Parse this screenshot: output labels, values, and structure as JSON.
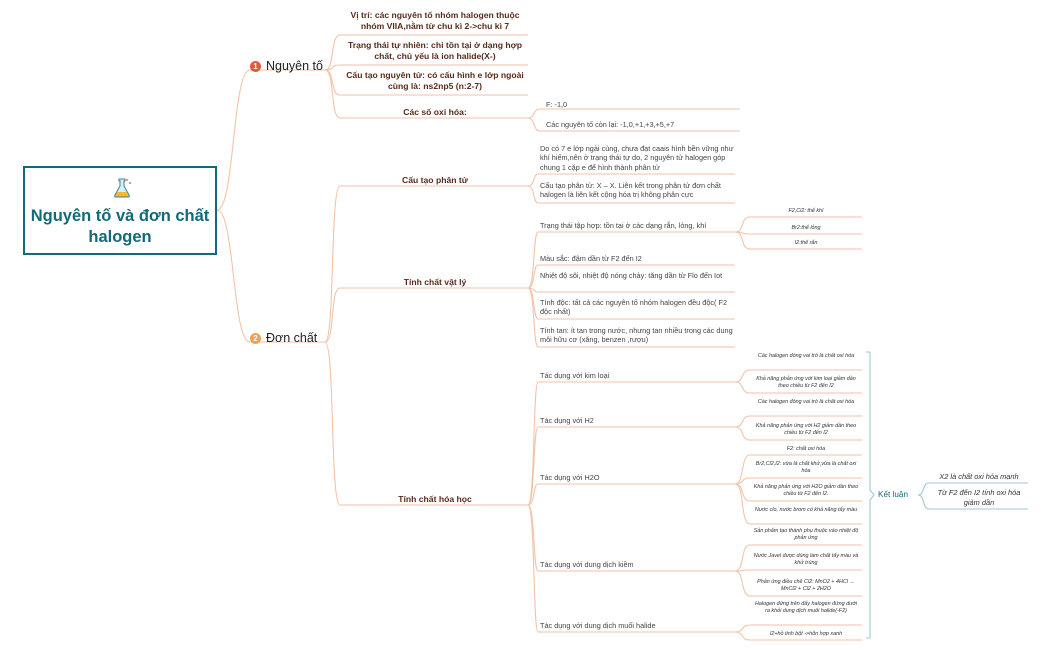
{
  "root": {
    "title": "Nguyên tố và đơn chất halogen",
    "icon": "flask-icon"
  },
  "colors": {
    "accent": "#12697a",
    "branch1": "#e05a3c",
    "branch2": "#f0a050",
    "line": "#f2c3a8",
    "summary_line": "#9fc9cf"
  },
  "branch1": {
    "number": "1",
    "label": "Nguyên tố",
    "items": [
      "Vị trí: các nguyên tố nhóm halogen thuộc nhóm VIIA,nằm từ chu kì 2->chu kì 7",
      "Trạng thái tự nhiên: chỉ tồn tại ở dạng hợp chất, chủ yếu là ion halide(X-)",
      "Cấu tạo nguyên tử: có cấu hình e lớp ngoài cùng là: ns2np5 (n:2-7)"
    ],
    "oxidation": {
      "label": "Các số oxi hóa:",
      "items": [
        "F: -1,0",
        "Các nguyên tố còn lại: -1,0,+1,+3,+5,+7"
      ]
    }
  },
  "branch2": {
    "number": "2",
    "label": "Đơn chất",
    "structure": {
      "label": "Cấu tạo phân tử",
      "items": [
        "Do có 7 e lớp ngài cùng, chưa đạt caais hình bền vững như khí hiếm,nên ở trạng thái tự do, 2 nguyên tử halogen góp chung 1 cặp e để hình thành phân tử",
        "Cấu tạo phân tử: X – X. Liên kết trong phân tử đơn chất halogen là liên kết cộng hóa trị không phân cực"
      ]
    },
    "physical": {
      "label": "Tính chất vật lý",
      "state": {
        "label": "Trạng thái tập hợp: tồn tại ở các dạng rắn, lỏng, khí",
        "items": [
          "F2,Cl2: thể khí",
          "Br2:thể lỏng",
          "I2:thể rắn"
        ]
      },
      "items": [
        "Màu sắc: đậm dần từ F2 đến I2",
        "Nhiệt độ sôi, nhiệt độ nóng chảy: tăng dần từ Flo đến Iot",
        "Tính độc: tất cả các nguyên tố nhóm halogen đều độc( F2 độc nhất)",
        "Tính tan: ít tan trong nước, nhưng tan nhiều trong các dung môi hữu cơ (xăng, benzen ,rượu)"
      ]
    },
    "chemical": {
      "label": "Tính chất hóa học",
      "groups": [
        {
          "label": "Tác dụng với kim loại",
          "items": [
            "Các halogen đóng vai trò là chất oxi hóa",
            "Khả năng phản ứng với kim loại giảm dần theo chiều từ F2 đến I2"
          ]
        },
        {
          "label": "Tác dụng với H2",
          "items": [
            "Các halogen đóng vai trò là chất oxi hóa",
            "Khả năng phản ứng với H2 giảm dần theo chiều từ F2 đến I2"
          ]
        },
        {
          "label": "Tác dụng với H2O",
          "items": [
            "F2: chất oxi hóa",
            "Br2,Cl2,I2: vừa là chất khử,vừa là chất oxi hóa",
            "Khả năng phản ứng với H2O giảm dần theo chiều từ F2 đến I2.",
            "Nước clo, nước brom có khả năng tẩy màu"
          ]
        },
        {
          "label": "Tác dụng với dung dịch kiềm",
          "items": [
            "Sản phẩm tạo thành phụ thuộc vào nhiệt độ phản ứng",
            "Nước Javel được dùng làm chất tẩy màu và khử trùng",
            "Phản ứng điều chế Cl2: MnO2 + 4HCl → MnCl2 + Cl2 + 2H2O"
          ]
        },
        {
          "label": "Tác dụng với dung dịch muối halide",
          "items": [
            "Halogen đứng trên đẩy halogen đứng dưới ra khỏi dung dịch muối halide(-F2)",
            "I2+hồ tinh bột ->hỗn hợp xanh"
          ]
        }
      ]
    }
  },
  "summary": {
    "label": "Kết luận",
    "items": [
      "X2 là chất oxi hóa mạnh",
      "Từ F2 đến I2 tính oxi hóa giảm dần"
    ]
  }
}
